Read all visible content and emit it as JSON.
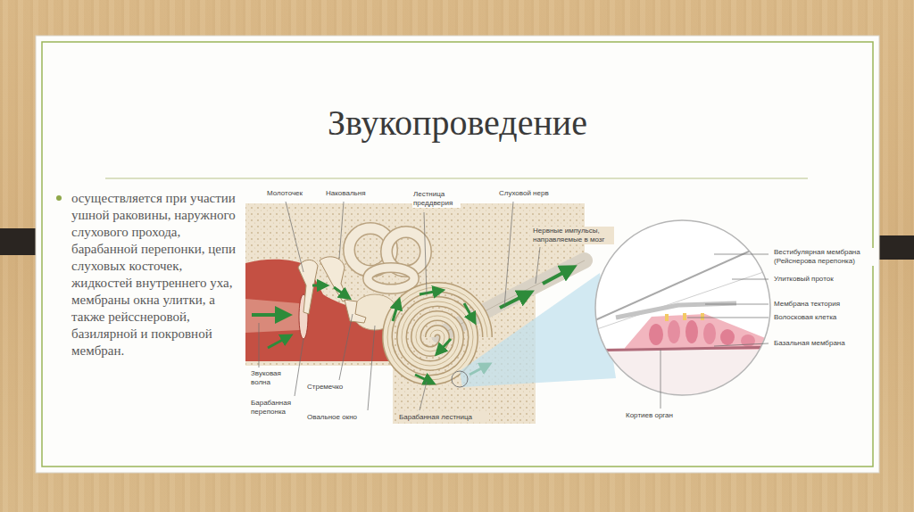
{
  "diagram": {
    "title": "Звукопроведение",
    "labels": [
      "осуществляется при участии ушной раковины, наружного слухового прохода, барабанной перепонки, цепи слуховых косточек, жидкостей внутреннего уха, мембраны окна улитки, а также рейсснеровой, базилярной и покровной мембран.",
      "Молоточек",
      "Наковальня",
      "Лестница преддверия",
      "Слуховой нерв",
      "Нервные импульсы, направляемые в мозг",
      "Вестибулярная мембрана (Рейснерова перепонка)",
      "Улитковый проток",
      "Мембрана тектория",
      "Волосковая клетка",
      "Базальная мембрана",
      "Звуковая волна",
      "Барабанная перепонка",
      "Стремечко",
      "Овальное окно",
      "Барабанная лестница",
      "Кортиев орган"
    ]
  }
}
